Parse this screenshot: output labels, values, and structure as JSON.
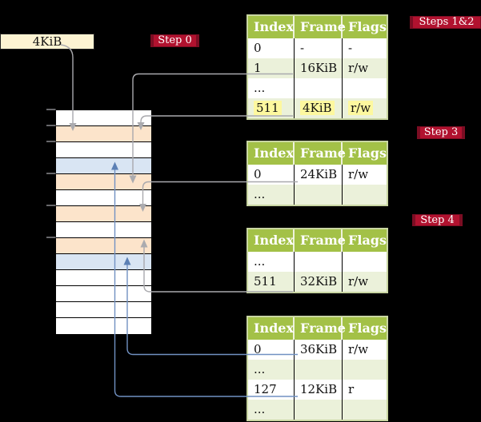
{
  "frame_size_label": "4KiB",
  "badges": [
    {
      "label": "Step 0"
    },
    {
      "label": "Steps 1&2"
    },
    {
      "label": "Step 3"
    },
    {
      "label": "Step 4"
    }
  ],
  "memory": {
    "description": "physical memory frames, top frame at 0KiB, each frame 4KiB",
    "rows": [
      "white",
      "orange",
      "white",
      "blue",
      "orange",
      "white",
      "orange",
      "white",
      "orange",
      "blue",
      "white",
      "white",
      "white",
      "white"
    ],
    "tick_count": 6
  },
  "tables": [
    {
      "headers": [
        "Index",
        "Frame",
        "Flags"
      ],
      "rows": [
        {
          "cells": [
            "0",
            "-",
            "-"
          ]
        },
        {
          "cells": [
            "1",
            "16KiB",
            "r/w"
          ]
        },
        {
          "cells": [
            "...",
            "",
            ""
          ]
        },
        {
          "cells": [
            "511",
            "4KiB",
            "r/w"
          ]
        }
      ]
    },
    {
      "headers": [
        "Index",
        "Frame",
        "Flags"
      ],
      "rows": [
        {
          "cells": [
            "0",
            "24KiB",
            "r/w"
          ]
        },
        {
          "cells": [
            "...",
            "",
            ""
          ]
        }
      ]
    },
    {
      "headers": [
        "Index",
        "Frame",
        "Flags"
      ],
      "rows": [
        {
          "cells": [
            "...",
            "",
            ""
          ]
        },
        {
          "cells": [
            "511",
            "32KiB",
            "r/w"
          ]
        }
      ]
    },
    {
      "headers": [
        "Index",
        "Frame",
        "Flags"
      ],
      "rows": [
        {
          "cells": [
            "0",
            "36KiB",
            "r/w"
          ]
        },
        {
          "cells": [
            "...",
            "",
            ""
          ]
        },
        {
          "cells": [
            "127",
            "12KiB",
            "r"
          ]
        },
        {
          "cells": [
            "...",
            "",
            ""
          ]
        }
      ]
    }
  ],
  "connectors": [
    {
      "from": "4KiB label",
      "to": "memory frame 1 (4KiB)",
      "color": "gray"
    },
    {
      "from": "table1 entry 1 (16KiB)",
      "to": "memory frame 4 (16KiB)",
      "color": "gray"
    },
    {
      "from": "table1 entry 511 (4KiB)",
      "to": "memory frame 1 (4KiB)",
      "color": "gray"
    },
    {
      "from": "table2 entry 0 (24KiB)",
      "to": "memory frame 6 (24KiB)",
      "color": "gray"
    },
    {
      "from": "table3 entry 511 (32KiB)",
      "to": "memory frame 8 (32KiB)",
      "color": "gray"
    },
    {
      "from": "table4 entry 0 (36KiB)",
      "to": "memory frame 9 (36KiB)",
      "color": "blue"
    },
    {
      "from": "table4 entry 127 (12KiB)",
      "to": "memory frame 3 (12KiB)",
      "color": "blue"
    }
  ],
  "colors": {
    "background": "#000000",
    "badge_red": "#b1122f",
    "table_header_green": "#a3c147",
    "table_row_green": "#ebf1da",
    "table_border_green": "#c9d6a2",
    "memory_orange": "#fce4cb",
    "memory_blue": "#d9e5f3",
    "label_cream": "#fdf3d2",
    "highlight_yellow": "#fdf89f",
    "connector_gray": "#a9a9ad",
    "connector_blue": "#7191c2"
  }
}
